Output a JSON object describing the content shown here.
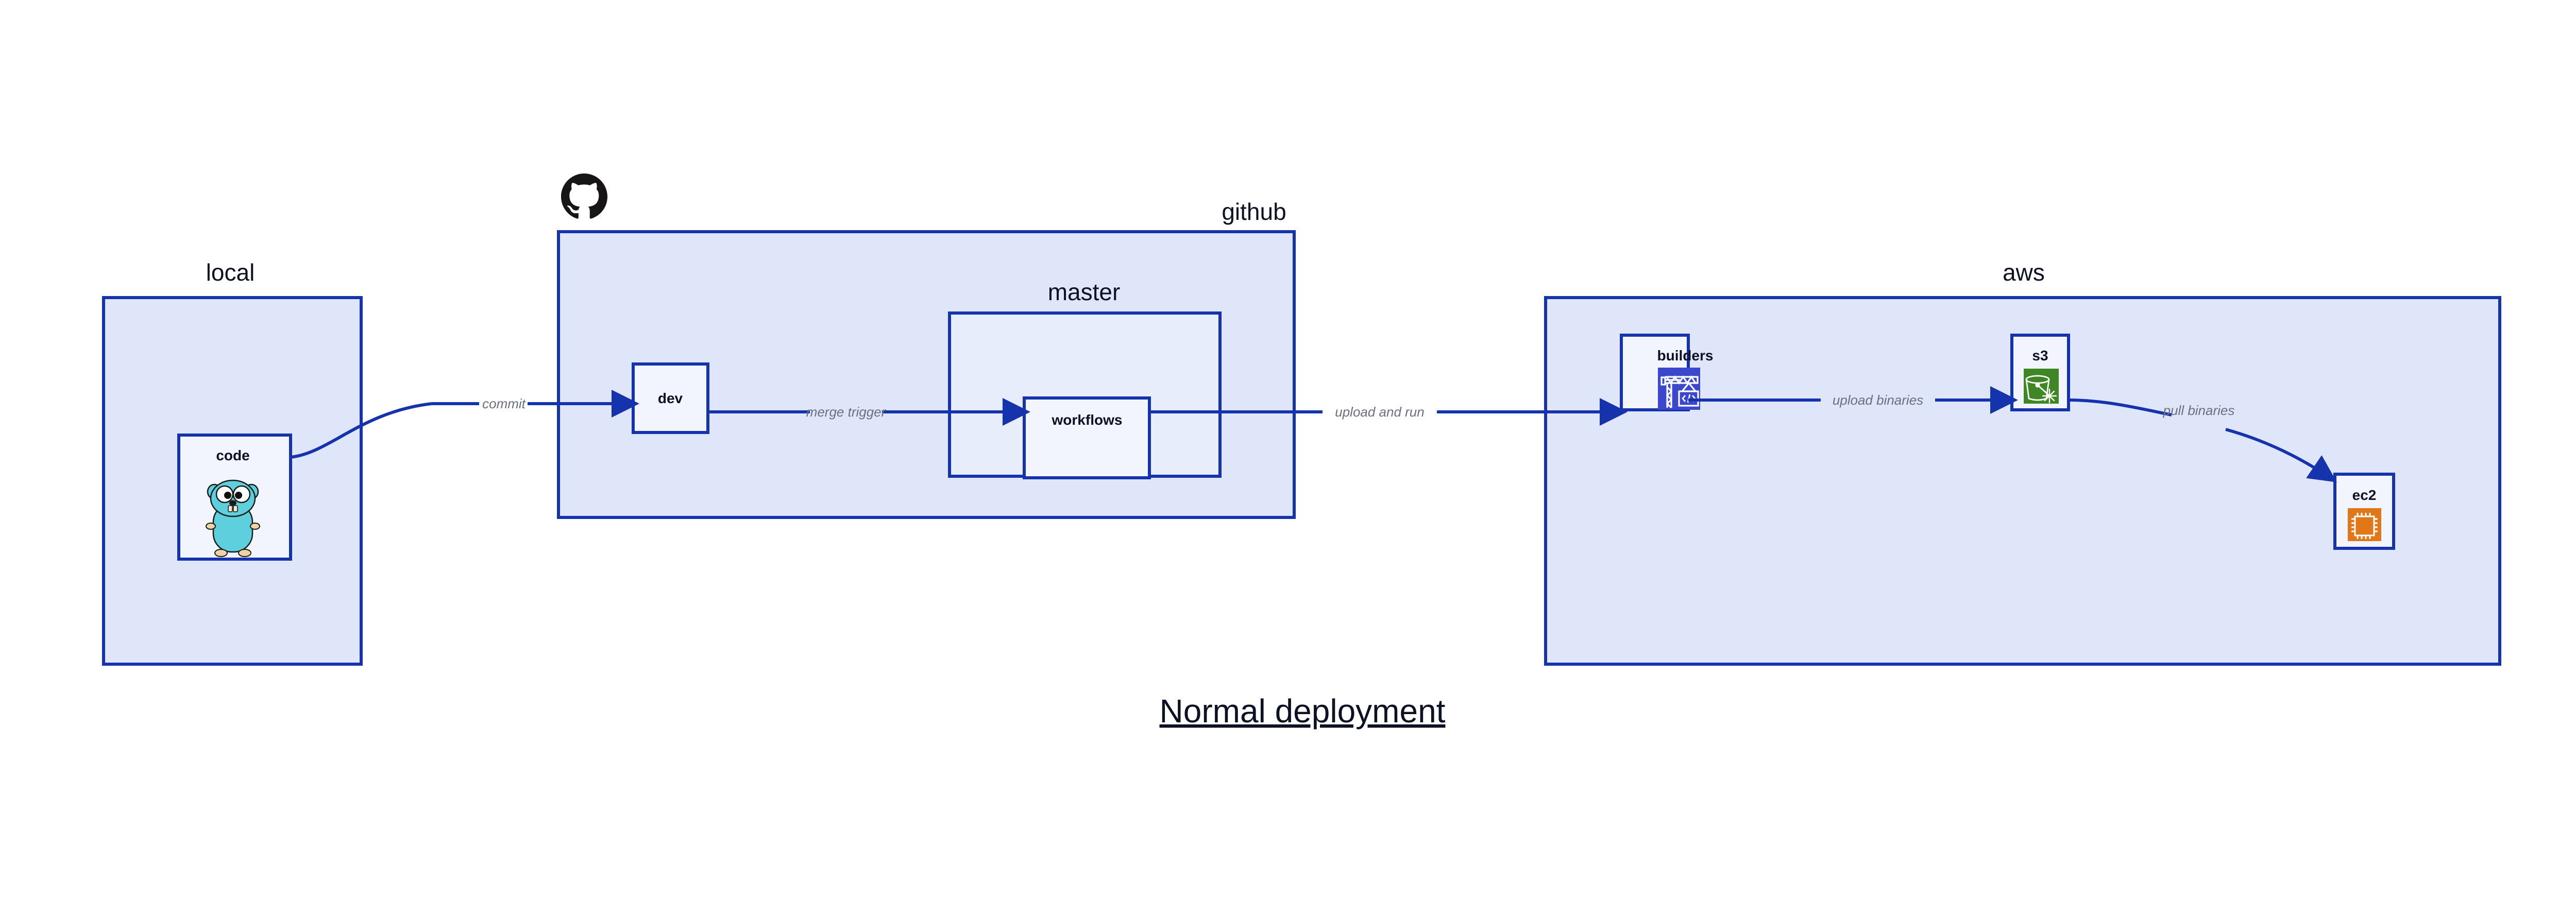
{
  "diagram": {
    "title": "Normal deployment",
    "groups": [
      {
        "id": "local",
        "label": "local"
      },
      {
        "id": "github",
        "label": "github"
      },
      {
        "id": "master",
        "label": "master"
      },
      {
        "id": "aws",
        "label": "aws"
      }
    ],
    "nodes": [
      {
        "id": "code",
        "label": "code",
        "icon": "go-gopher-icon"
      },
      {
        "id": "dev",
        "label": "dev",
        "icon": "none"
      },
      {
        "id": "workflows",
        "label": "workflows",
        "icon": "none"
      },
      {
        "id": "builders",
        "label": "builders",
        "icon": "aws-builders-crane-icon"
      },
      {
        "id": "s3",
        "label": "s3",
        "icon": "aws-s3-bucket-icon"
      },
      {
        "id": "ec2",
        "label": "ec2",
        "icon": "aws-ec2-chip-icon"
      }
    ],
    "edges": [
      {
        "id": "commit",
        "label": "commit",
        "from": "code",
        "to": "dev"
      },
      {
        "id": "merge-trigger",
        "label": "merge trigger",
        "from": "dev",
        "to": "workflows"
      },
      {
        "id": "upload-and-run",
        "label": "upload and run",
        "from": "workflows",
        "to": "builders"
      },
      {
        "id": "upload-binaries",
        "label": "upload binaries",
        "from": "builders",
        "to": "s3"
      },
      {
        "id": "pull-binaries",
        "label": "pull binaries",
        "from": "s3",
        "to": "ec2"
      }
    ],
    "logos": [
      {
        "id": "github-octocat",
        "icon": "github-octocat-icon"
      }
    ],
    "colors": {
      "group_fill": "#e0e6fa",
      "subgroup_fill": "#e8edfc",
      "node_fill": "#f2f5fe",
      "stroke": "#1433ad",
      "edge_label": "#6b707f",
      "text": "#0d1124",
      "builders_icon_bg": "#3b47cc",
      "s3_icon_bg": "#3f8624",
      "ec2_icon_bg": "#e07719",
      "gopher_body": "#5ecfdd",
      "background": "#ffffff"
    }
  }
}
